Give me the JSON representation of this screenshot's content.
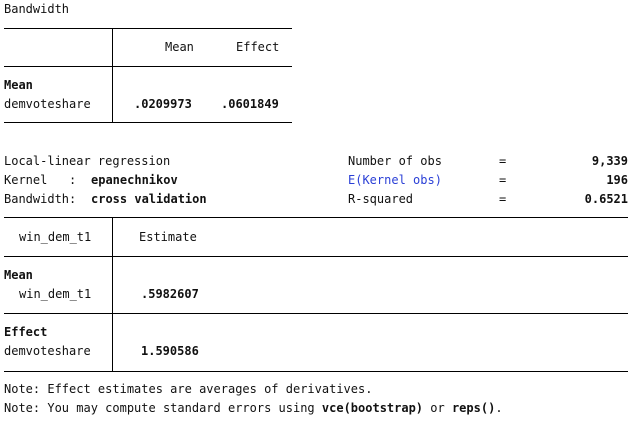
{
  "bandwidth_table": {
    "title": "Bandwidth",
    "col_mean": "Mean",
    "col_effect": "Effect",
    "section": "Mean",
    "row_label": "demvoteshare",
    "row_mean": ".0209973",
    "row_effect": ".0601849"
  },
  "summary": {
    "method": "Local-linear regression",
    "kernel_label": "Kernel   :",
    "kernel_value": "epanechnikov",
    "bandwidth_label": "Bandwidth:",
    "bandwidth_value": "cross validation",
    "nobs_label": "Number of obs",
    "nobs_value": "9,339",
    "kernel_obs_label": "E(Kernel obs)",
    "kernel_obs_value": "196",
    "r2_label": "R-squared",
    "r2_value": "0.6521",
    "eq": "="
  },
  "estimate_table": {
    "dep_var": "win_dem_t1",
    "col_estimate": "Estimate",
    "mean_section": "Mean",
    "mean_row_label": "win_dem_t1",
    "mean_row_value": ".5982607",
    "effect_section": "Effect",
    "effect_row_label": "demvoteshare",
    "effect_row_value": "1.590586"
  },
  "notes": {
    "note1": "Note: Effect estimates are averages of derivatives.",
    "note2_prefix": "Note: You may compute standard errors using ",
    "note2_cmd1": "vce(bootstrap)",
    "note2_mid": " or ",
    "note2_cmd2": "reps()",
    "note2_suffix": "."
  },
  "colors": {
    "text": "#111111",
    "link": "#2a3fd6",
    "rule": "#000000"
  }
}
